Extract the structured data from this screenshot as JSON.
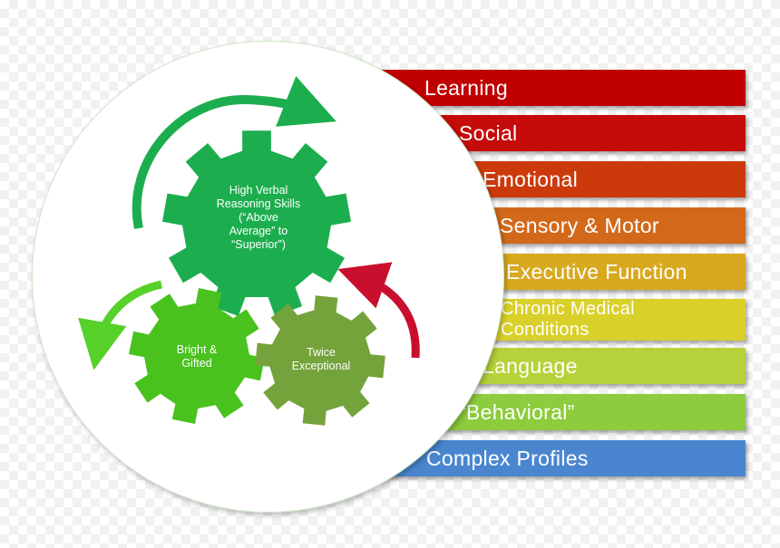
{
  "categories": [
    {
      "label": "Learning",
      "color": "#c00000"
    },
    {
      "label": "Social",
      "color": "#c60b0b"
    },
    {
      "label": "Emotional",
      "color": "#cc3a0c"
    },
    {
      "label": "Sensory & Motor",
      "color": "#d2691a"
    },
    {
      "label": "Executive Function",
      "color": "#d8a81e"
    },
    {
      "label": "Chronic Medical Conditions",
      "color": "#d9d02a"
    },
    {
      "label": "Language",
      "color": "#b6d23a"
    },
    {
      "label": "“Behavioral”",
      "color": "#8dcc3c"
    },
    {
      "label": "Complex Profiles",
      "color": "#4a86d0"
    }
  ],
  "gears": {
    "top": {
      "lines": [
        "High Verbal",
        "Reasoning Skills",
        "(“Above",
        "Average” to",
        "“Superior”)"
      ],
      "color": "#1cae4e"
    },
    "left": {
      "lines": [
        "Bright &",
        "Gifted"
      ],
      "color": "#49c21e"
    },
    "right": {
      "lines": [
        "Twice",
        "Exceptional"
      ],
      "color": "#73a33a"
    }
  },
  "arrows": {
    "top": {
      "color": "#1cae4e"
    },
    "left": {
      "color": "#55d12a"
    },
    "right": {
      "color": "#c8102e"
    }
  }
}
